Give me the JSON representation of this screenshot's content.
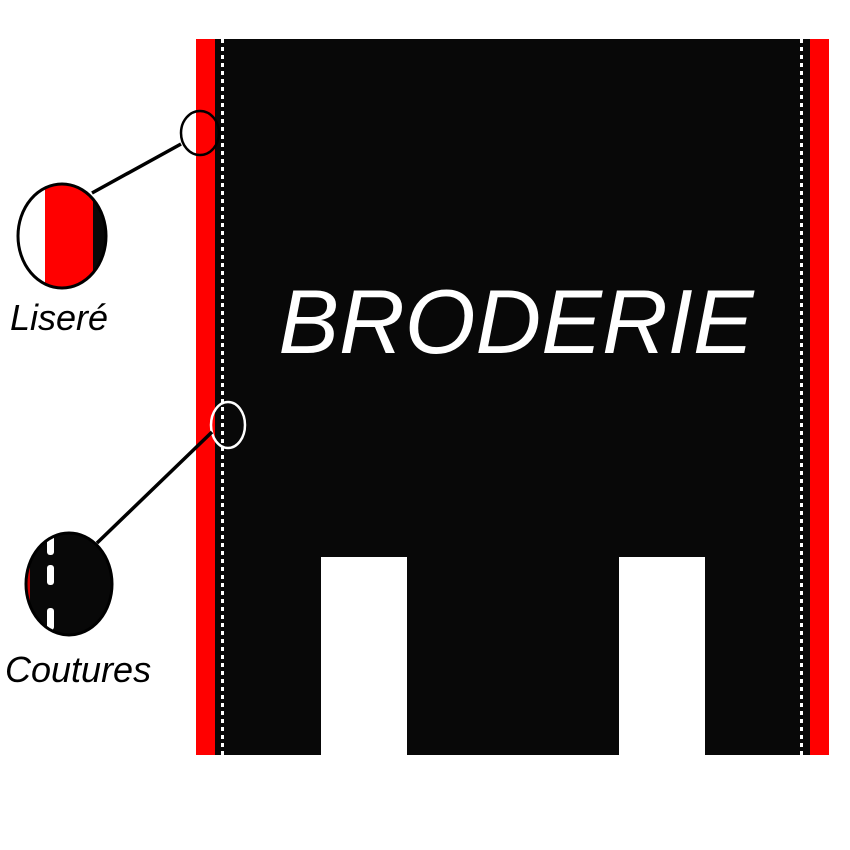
{
  "diagram": {
    "title": "BRODERIE",
    "colors": {
      "garment": "#080808",
      "piping": "#ff0000",
      "stitching": "#ffffff",
      "background": "#ffffff"
    },
    "callouts": [
      {
        "id": "lisere",
        "label": "Liseré",
        "points_to": "red piping band"
      },
      {
        "id": "coutures",
        "label": "Coutures",
        "points_to": "white dashed stitching"
      }
    ]
  }
}
